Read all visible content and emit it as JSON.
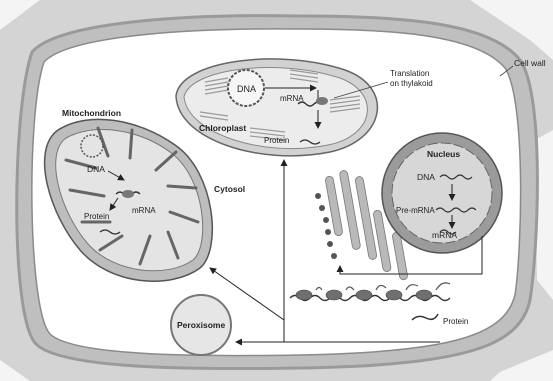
{
  "labels": {
    "cell_wall": "Cell wall",
    "translation_on_thylakoid": [
      "Translation",
      "on thylakoid"
    ],
    "chloroplast": "Chloroplast",
    "chloroplast_dna": "DNA",
    "chloroplast_mrna": "mRNA",
    "chloroplast_protein": "Protein",
    "mitochondrion": "Mitochondrion",
    "mito_dna": "DNA",
    "mito_mrna": "mRNA",
    "mito_protein": "Protein",
    "cytosol": "Cytosol",
    "nucleus": "Nucleus",
    "nucleus_dna": "DNA",
    "pre_mrna": "Pre-mRNA",
    "nucleus_mrna": "mRNA",
    "peroxisome": "Peroxisome",
    "cytosol_protein": "Protein"
  },
  "colors": {
    "wall": "#c9c9c9",
    "membrane": "#9a9a9a",
    "organelle_fill": "#e4e4e4",
    "nucleus_fill": "#9b9b9b",
    "nucleus_inner": "#d7d7d7",
    "stroke": "#555555",
    "arrow": "#222222"
  }
}
